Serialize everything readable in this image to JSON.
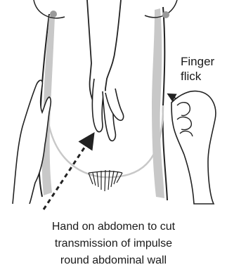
{
  "annotations": {
    "finger_flick": [
      "Finger",
      "flick"
    ],
    "caption": [
      "Hand on abdomen to cut",
      "transmission of impulse",
      "round abdominal wall"
    ]
  },
  "colors": {
    "outline": "#222222",
    "shading": "#c8c8c8",
    "nipple": "#9a9a9a",
    "background": "#ffffff"
  }
}
